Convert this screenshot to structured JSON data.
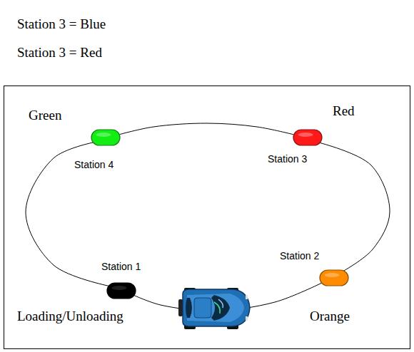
{
  "diagram": {
    "nodes": [
      {
        "text": [
          "Green",
          "Station 4"
        ]
      },
      {
        "text": [
          "Red",
          "Station 3"
        ]
      },
      {
        "text": [
          "Station 1",
          "Loading/Unloading"
        ]
      },
      {
        "text": [
          "Station 2",
          "Orange"
        ]
      }
    ],
    "edges": [
      {
        "from": 2,
        "to": 3,
        "arrow": "none"
      },
      {
        "from": 3,
        "to": 1,
        "arrow": "none"
      },
      {
        "from": 1,
        "to": 0,
        "arrow": "none"
      },
      {
        "from": 0,
        "to": 2,
        "arrow": "none"
      }
    ],
    "labels": [
      "Station 3 = Blue",
      "Station 3 = Red"
    ]
  }
}
